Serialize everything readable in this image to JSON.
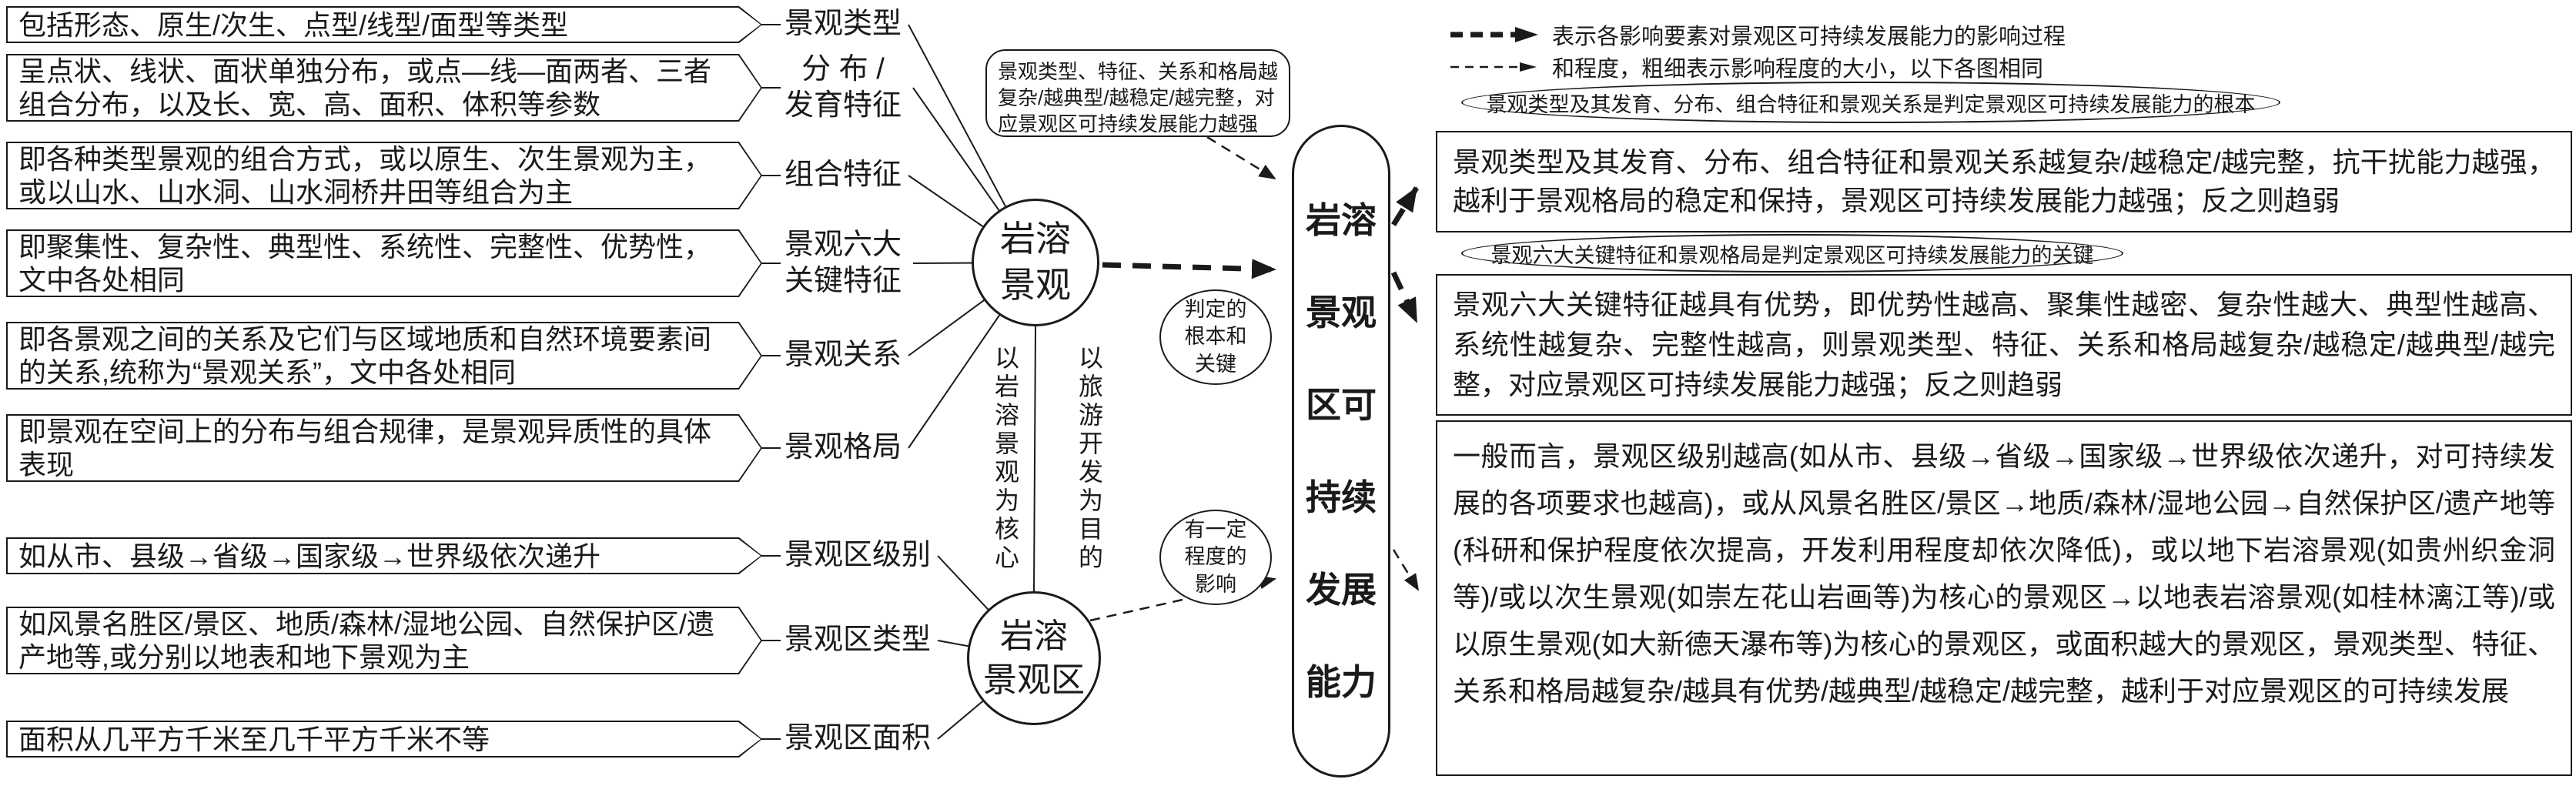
{
  "legend": {
    "items": [
      {
        "icon": "thick-dashed-arrow",
        "text": "表示各影响要素对景观区可持续发展能力的影响过程"
      },
      {
        "icon": "thin-dashed-arrow",
        "text": "和程度，粗细表示影响程度的大小，以下各图相同"
      }
    ]
  },
  "left_panel": {
    "items": [
      {
        "desc": "包括形态、原生/次生、点型/线型/面型等类型",
        "label": "景观类型"
      },
      {
        "desc": "呈点状、线状、面状单独分布，或点—线—面两者、三者组合分布，以及长、宽、高、面积、体积等参数",
        "label": "分 布 /\n发育特征"
      },
      {
        "desc": "即各种类型景观的组合方式，或以原生、次生景观为主，或以山水、山水洞、山水洞桥井田等组合为主",
        "label": "组合特征"
      },
      {
        "desc": "即聚集性、复杂性、典型性、系统性、完整性、优势性，文中各处相同",
        "label": "景观六大\n关键特征"
      },
      {
        "desc": "即各景观之间的关系及它们与区域地质和自然环境要素间的关系,统称为“景观关系”，文中各处相同",
        "label": "景观关系"
      },
      {
        "desc": "即景观在空间上的分布与组合规律，是景观异质性的具体表现",
        "label": "景观格局"
      },
      {
        "desc": "如从市、县级→省级→国家级→世界级依次递升",
        "label": "景观区级别"
      },
      {
        "desc": "如风景名胜区/景区、地质/森林/湿地公园、自然保护区/遗产地等,或分别以地表和地下景观为主",
        "label": "景观区类型"
      },
      {
        "desc": "面积从几平方千米至几千平方千米不等",
        "label": "景观区面积"
      }
    ]
  },
  "center": {
    "note": "景观类型、特征、关系和格局越\n复杂/越典型/越稳定/越完整，对\n应景观区可持续发展能力越强",
    "circle_top": "岩溶\n景观",
    "circle_bottom": "岩溶\n景观区",
    "vertical_left": "以岩溶景观为核心",
    "vertical_right": "以旅游开发为目的",
    "arrow_label_top": "判定的\n根本和\n关键",
    "arrow_label_bottom": "有一定\n程度的\n影响",
    "capsule": "岩溶\n景观\n区可\n持续\n发展\n能力"
  },
  "right_panel": {
    "ellipse_root": "景观类型及其发育、分布、组合特征和景观关系是判定景观区可持续发展能力的根本",
    "block_root": "景观类型及其发育、分布、组合特征和景观关系越复杂/越稳定/越完整，抗干扰能力越强，越利于景观格局的稳定和保持，景观区可持续发展能力越强；反之则趋弱",
    "ellipse_key": "景观六大关键特征和景观格局是判定景观区可持续发展能力的关键",
    "block_key": "景观六大关键特征越具有优势，即优势性越高、聚集性越密、复杂性越大、典型性越高、系统性越复杂、完整性越高，则景观类型、特征、关系和格局越复杂/越稳定/越典型/越完整，对应景观区可持续发展能力越强；反之则趋弱",
    "block_general": "一般而言，景观区级别越高(如从市、县级→省级→国家级→世界级依次递升，对可持续发展的各项要求也越高)，或从风景名胜区/景区→地质/森林/湿地公园→自然保护区/遗产地等(科研和保护程度依次提高，开发利用程度却依次降低)，或以地下岩溶景观(如贵州织金洞等)/或以次生景观(如崇左花山岩画等)为核心的景观区→以地表岩溶景观(如桂林漓江等)/或以原生景观(如大新德天瀑布等)为核心的景观区，或面积越大的景观区，景观类型、特征、关系和格局越复杂/越具有优势/越典型/越稳定/越完整，越利于对应景观区的可持续发展"
  },
  "colors": {
    "ink": "#1a1a1a",
    "background": "#ffffff"
  }
}
